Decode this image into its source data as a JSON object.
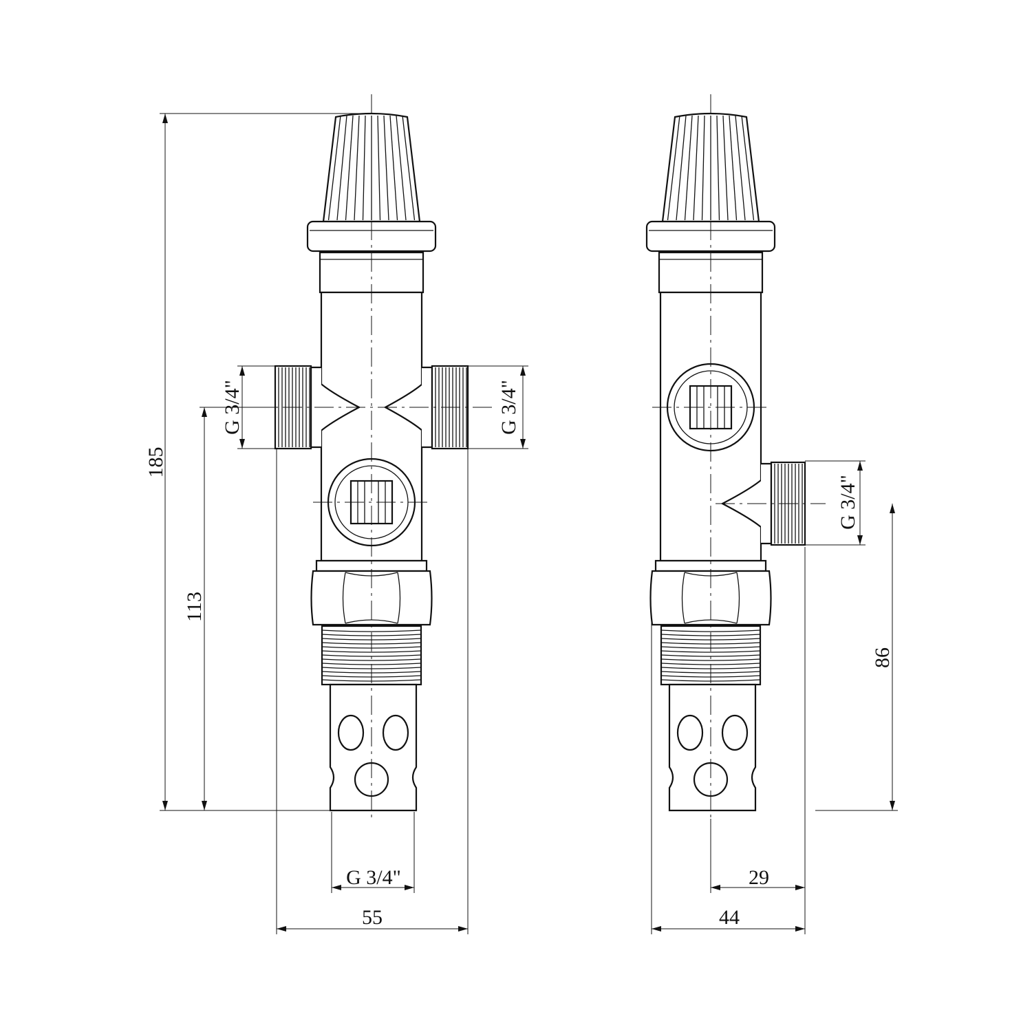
{
  "views": [
    {
      "id": "front-view",
      "dimensions": {
        "overall_height": "185",
        "port_height": "113",
        "left_port": "G 3/4\"",
        "right_port": "G 3/4\"",
        "bottom_port": "G 3/4\"",
        "overall_width": "55"
      }
    },
    {
      "id": "side-view",
      "dimensions": {
        "side_port": "G 3/4\"",
        "port_height": "86",
        "port_offset": "29",
        "overall_width": "44"
      }
    }
  ],
  "colors": {
    "line": "#111111",
    "background": "#ffffff"
  }
}
